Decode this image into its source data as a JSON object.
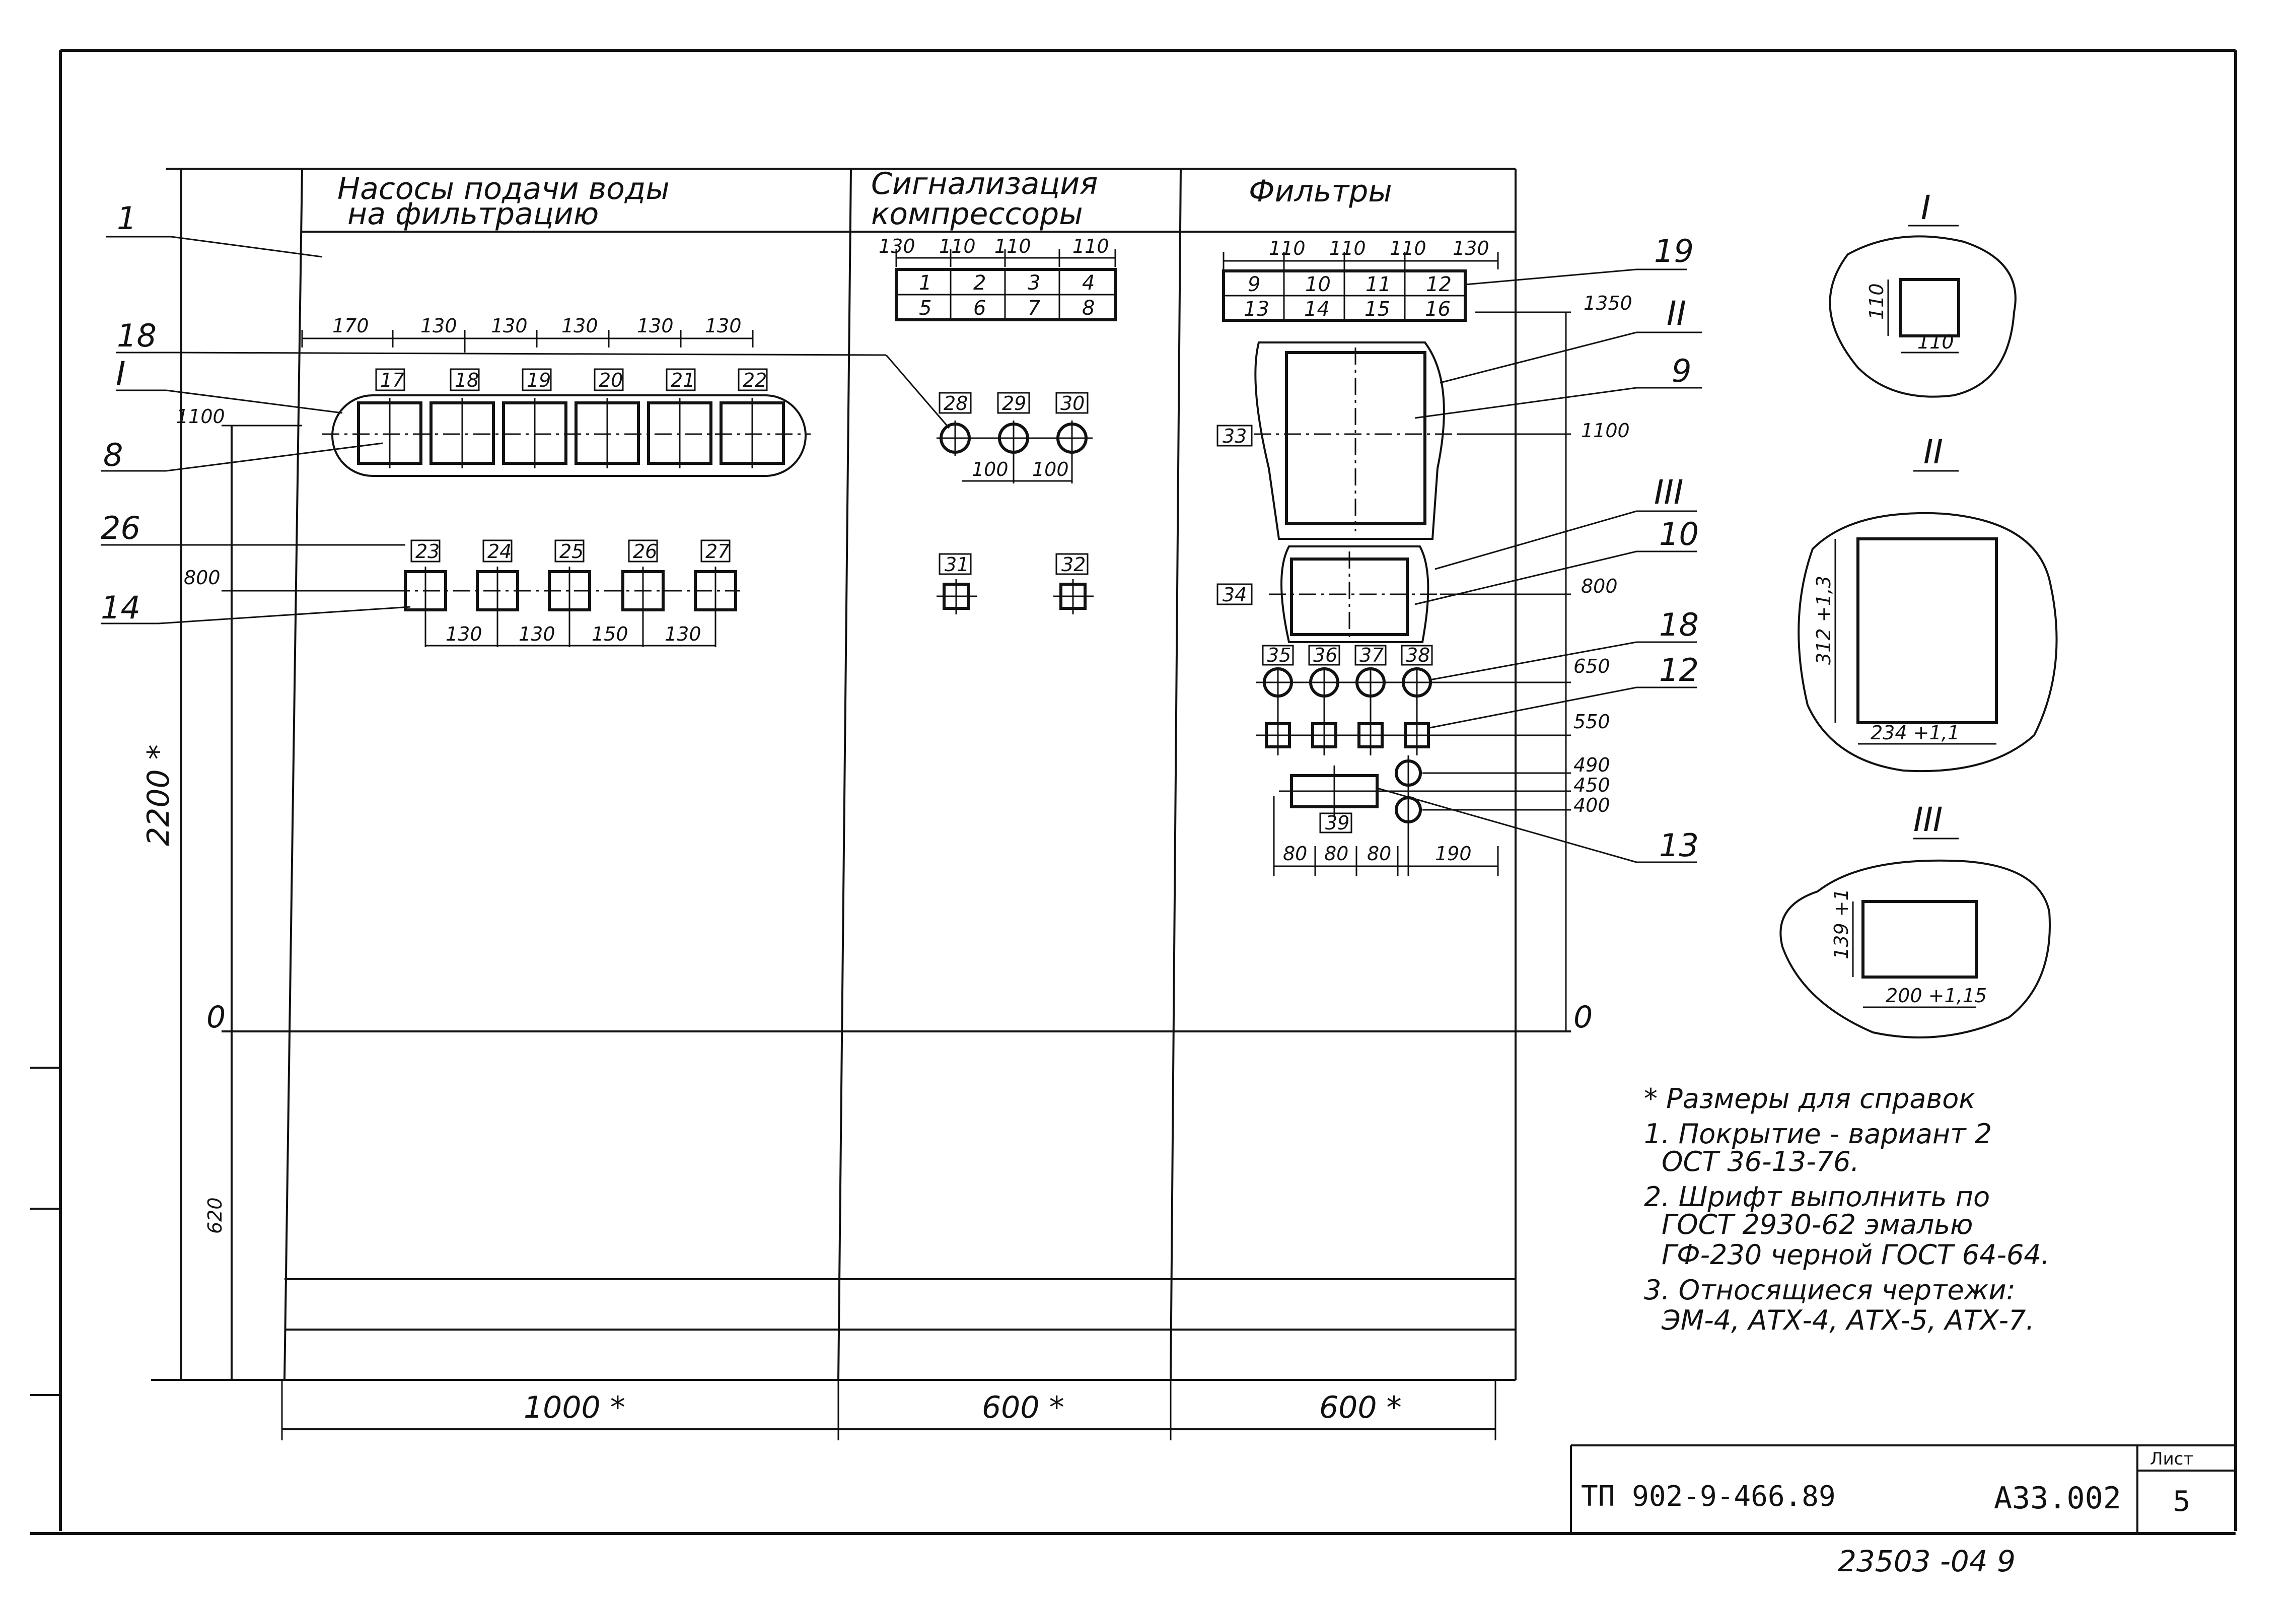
{
  "sections": [
    {
      "line1": "Насосы подачи воды",
      "line2": "на фильтрацию",
      "width": "1000 *"
    },
    {
      "line1": "Сигнализация",
      "line2": "компрессоры",
      "width": "600 *"
    },
    {
      "line1": "Фильтры",
      "line2": "",
      "width": "600 *"
    }
  ],
  "left_dims": {
    "h1100": "1100",
    "h800": "800",
    "h620": "620",
    "total": "2200 *",
    "zero": "0"
  },
  "right_dims": {
    "d1350": "1350",
    "d1100": "1100",
    "d800": "800",
    "d650": "650",
    "d550": "550",
    "d490": "490",
    "d450": "450",
    "d400": "400",
    "zero": "0"
  },
  "pumps_top_dims": [
    "170",
    "130",
    "130",
    "130",
    "130",
    "130"
  ],
  "pumps_row1_labels": [
    "17",
    "18",
    "19",
    "20",
    "21",
    "22"
  ],
  "pumps_row2_labels": [
    "23",
    "24",
    "25",
    "26",
    "27"
  ],
  "pumps_bottom_dims": [
    "130",
    "130",
    "150",
    "130"
  ],
  "signal_top_dims": [
    "130",
    "110",
    "110",
    "110"
  ],
  "signal_grid": [
    [
      "1",
      "2",
      "3",
      "4"
    ],
    [
      "5",
      "6",
      "7",
      "8"
    ]
  ],
  "signal_lamps": [
    "28",
    "29",
    "30"
  ],
  "signal_lamp_dims": [
    "100",
    "100"
  ],
  "signal_buttons": [
    "31",
    "32"
  ],
  "filters_top_dims": [
    "110",
    "110",
    "110",
    "130"
  ],
  "filters_grid": [
    [
      "9",
      "10",
      "11",
      "12"
    ],
    [
      "13",
      "14",
      "15",
      "16"
    ]
  ],
  "filters_big_label": "33",
  "filters_mid_label": "34",
  "filters_lamps": [
    "35",
    "36",
    "37",
    "38"
  ],
  "filters_switch_label": "39",
  "filters_bottom_dims": [
    "80",
    "80",
    "80",
    "190"
  ],
  "leaders": {
    "l1": "1",
    "l18a": "18",
    "lI": "I",
    "l8": "8",
    "l26": "26",
    "l14": "14",
    "l19": "19",
    "lII": "II",
    "l9": "9",
    "lIII": "III",
    "l10": "10",
    "l18b": "18",
    "l12": "12",
    "l13": "13"
  },
  "details": [
    {
      "roman": "I",
      "h": "110",
      "w": "110"
    },
    {
      "roman": "II",
      "h": "312 +1,3",
      "w": "234 +1,1"
    },
    {
      "roman": "III",
      "h": "139 +1",
      "w": "200 +1,15"
    }
  ],
  "notes": [
    "* Размеры для справок",
    "1. Покрытие - вариант 2",
    "ОСТ 36-13-76.",
    "2. Шрифт выполнить по",
    "ГОСТ 2930-62 эмалью",
    "ГФ-230 черной ГОСТ 64-64.",
    "3. Относящиеся чертежи:",
    "ЭМ-4, АТХ-4, АТХ-5, АТХ-7."
  ],
  "title_block": {
    "doc_no": "ТП 902-9-466.89",
    "code": "А33.002",
    "sheet_label": "Лист",
    "sheet_no": "5",
    "inventory": "23503 -04 9"
  }
}
